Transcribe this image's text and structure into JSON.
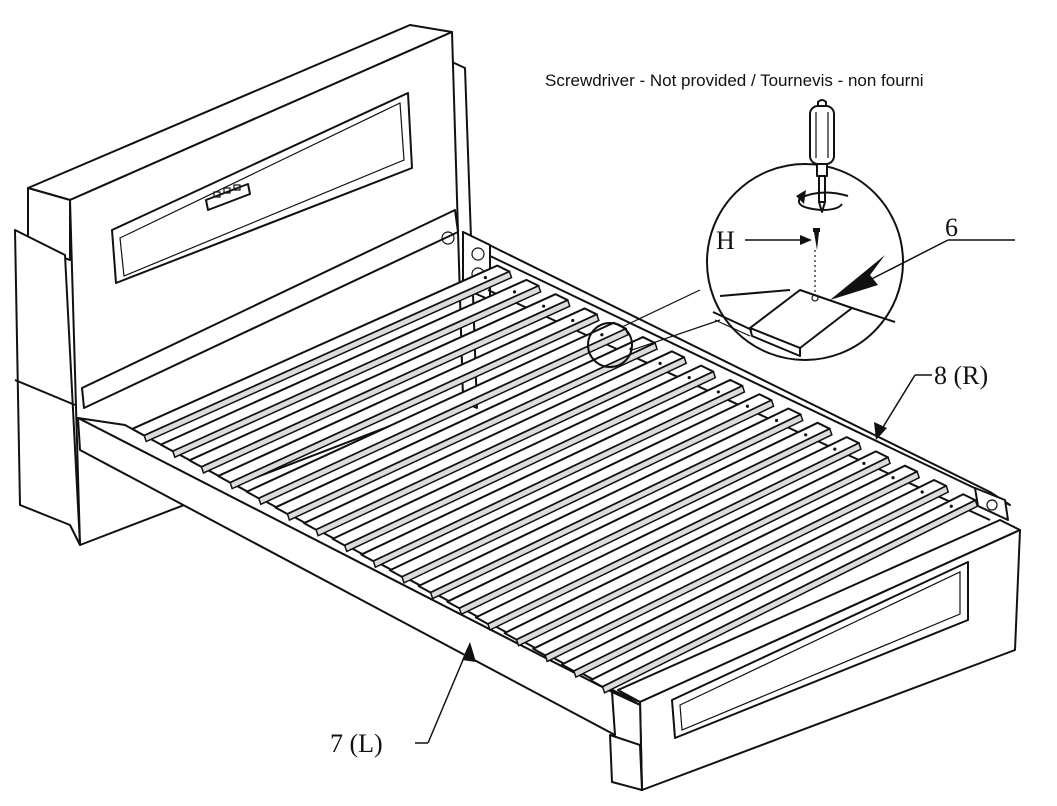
{
  "callouts": {
    "tool_note": "Screwdriver - Not provided / Tournevis - non fourni",
    "screw": "H",
    "slat": "6",
    "right_rail": "8 (R)",
    "left_rail": "7 (L)"
  },
  "colors": {
    "line": "#111111",
    "background": "#ffffff",
    "shade": "#dcdcdc"
  },
  "icons": [
    "screwdriver-icon",
    "rotation-arrow-icon",
    "screw-icon"
  ]
}
